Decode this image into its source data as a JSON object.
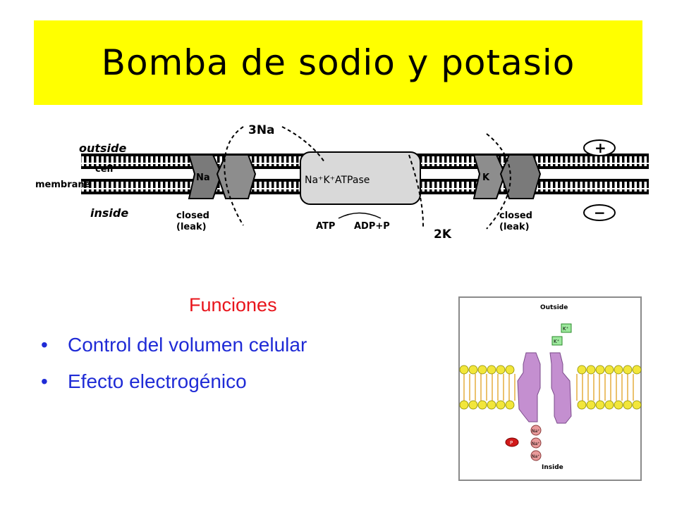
{
  "title": "Bomba de sodio y potasio",
  "membrane_diagram": {
    "outside": "outside",
    "cell": "cell",
    "membrane": "membrane",
    "inside": "inside",
    "na_in": "3Na",
    "na_channel": "Na",
    "k_channel": "K",
    "atpase": "Na⁺K⁺ATPase",
    "closed": "closed",
    "leak": "(leak)",
    "atp": "ATP",
    "adp": "ADP+P",
    "k_out": "2K",
    "plus": "+",
    "minus": "−"
  },
  "functions": {
    "heading": "Funciones",
    "bullet_glyph": "•",
    "items": [
      "Control del volumen celular",
      "Efecto electrogénico"
    ]
  },
  "pump_diagram": {
    "outside": "Outside",
    "inside": "Inside",
    "k_label": "K⁺",
    "na_label": "Na⁺",
    "p_label": "P"
  },
  "colors": {
    "title_bg": "#ffff00",
    "heading": "#e8141b",
    "bullets": "#1f2bd6",
    "lipid_head": "#f2e63a",
    "protein": "#c48fd0"
  }
}
